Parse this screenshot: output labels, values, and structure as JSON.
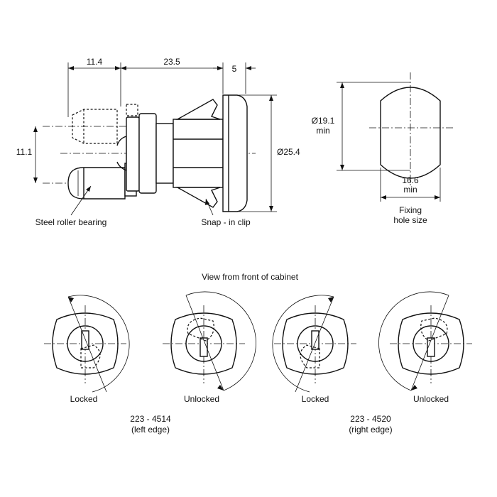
{
  "labels": {
    "dim_11_4": "11.4",
    "dim_23_5": "23.5",
    "dim_5": "5",
    "dim_11_1": "11.1",
    "dim_25_4": "Ø25.4",
    "dim_19_1": "Ø19.1",
    "dim_19_1_min": "min",
    "dim_16_6": "16.6",
    "dim_16_6_min": "min",
    "fixing_hole_line1": "Fixing",
    "fixing_hole_line2": "hole size",
    "steel_roller": "Steel roller bearing",
    "snap_clip": "Snap - in clip",
    "view_front": "View from front of cabinet",
    "locked_1": "Locked",
    "unlocked_1": "Unlocked",
    "locked_2": "Locked",
    "unlocked_2": "Unlocked",
    "part_4514": "223 - 4514",
    "part_4514_sub": "(left edge)",
    "part_4520": "223 - 4520",
    "part_4520_sub": "(right edge)"
  }
}
